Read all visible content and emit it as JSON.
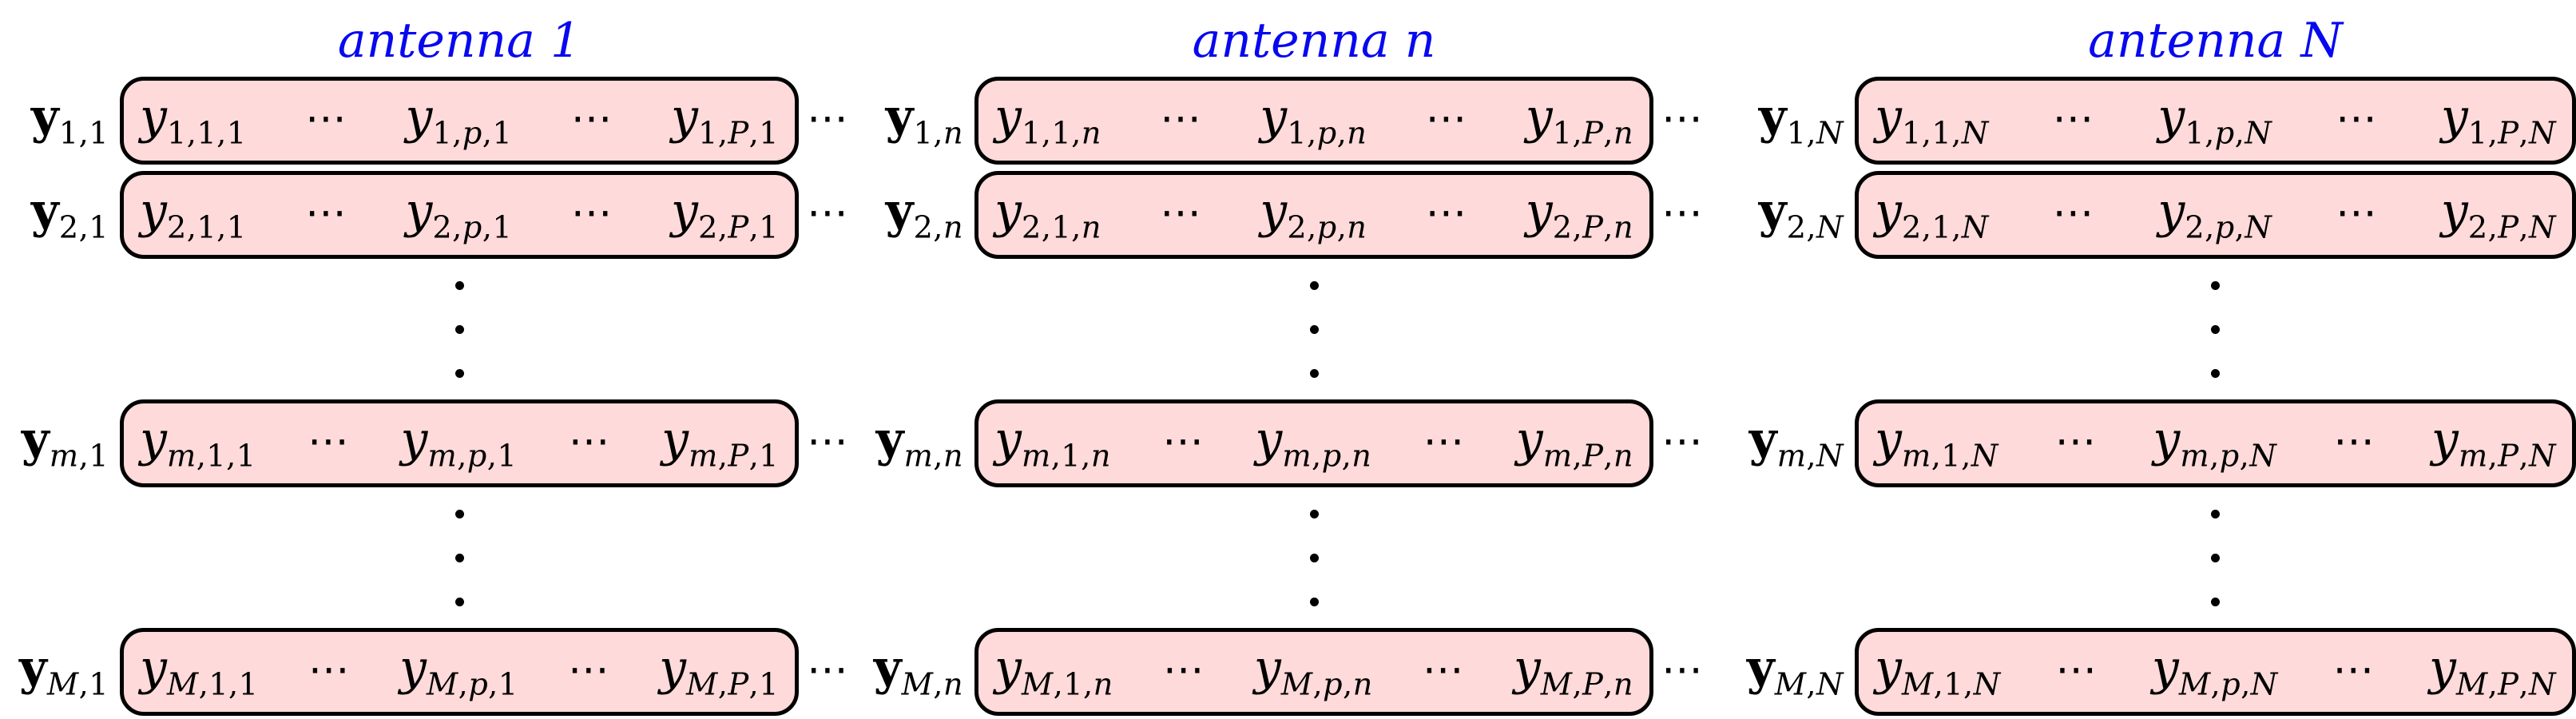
{
  "figure": {
    "antenna_labels": [
      "antenna 1",
      "antenna n",
      "antenna N"
    ],
    "colors": {
      "label_blue": "#0808f0",
      "box_fill": "#ffdada",
      "box_border": "#000000",
      "text": "#000000",
      "background": "#ffffff"
    },
    "icons": {
      "horizontal_ellipsis": "⋯",
      "vertical_ellipsis": "⋮"
    },
    "rows": [
      {
        "index": "1",
        "cols": [
          {
            "label": {
              "base": "y",
              "sub": "1,1"
            },
            "cells": [
              {
                "base": "y",
                "sub": "1,1,1"
              },
              {
                "base": "y",
                "sub": "1,p,1"
              },
              {
                "base": "y",
                "sub": "1,P,1"
              }
            ]
          },
          {
            "label": {
              "base": "y",
              "sub": "1,n"
            },
            "cells": [
              {
                "base": "y",
                "sub": "1,1,n"
              },
              {
                "base": "y",
                "sub": "1,p,n"
              },
              {
                "base": "y",
                "sub": "1,P,n"
              }
            ]
          },
          {
            "label": {
              "base": "y",
              "sub": "1,N"
            },
            "cells": [
              {
                "base": "y",
                "sub": "1,1,N"
              },
              {
                "base": "y",
                "sub": "1,p,N"
              },
              {
                "base": "y",
                "sub": "1,P,N"
              }
            ]
          }
        ]
      },
      {
        "index": "2",
        "cols": [
          {
            "label": {
              "base": "y",
              "sub": "2,1"
            },
            "cells": [
              {
                "base": "y",
                "sub": "2,1,1"
              },
              {
                "base": "y",
                "sub": "2,p,1"
              },
              {
                "base": "y",
                "sub": "2,P,1"
              }
            ]
          },
          {
            "label": {
              "base": "y",
              "sub": "2,n"
            },
            "cells": [
              {
                "base": "y",
                "sub": "2,1,n"
              },
              {
                "base": "y",
                "sub": "2,p,n"
              },
              {
                "base": "y",
                "sub": "2,P,n"
              }
            ]
          },
          {
            "label": {
              "base": "y",
              "sub": "2,N"
            },
            "cells": [
              {
                "base": "y",
                "sub": "2,1,N"
              },
              {
                "base": "y",
                "sub": "2,p,N"
              },
              {
                "base": "y",
                "sub": "2,P,N"
              }
            ]
          }
        ]
      },
      {
        "index": "m",
        "cols": [
          {
            "label": {
              "base": "y",
              "sub": "m,1"
            },
            "cells": [
              {
                "base": "y",
                "sub": "m,1,1"
              },
              {
                "base": "y",
                "sub": "m,p,1"
              },
              {
                "base": "y",
                "sub": "m,P,1"
              }
            ]
          },
          {
            "label": {
              "base": "y",
              "sub": "m,n"
            },
            "cells": [
              {
                "base": "y",
                "sub": "m,1,n"
              },
              {
                "base": "y",
                "sub": "m,p,n"
              },
              {
                "base": "y",
                "sub": "m,P,n"
              }
            ]
          },
          {
            "label": {
              "base": "y",
              "sub": "m,N"
            },
            "cells": [
              {
                "base": "y",
                "sub": "m,1,N"
              },
              {
                "base": "y",
                "sub": "m,p,N"
              },
              {
                "base": "y",
                "sub": "m,P,N"
              }
            ]
          }
        ]
      },
      {
        "index": "M",
        "cols": [
          {
            "label": {
              "base": "y",
              "sub": "M,1"
            },
            "cells": [
              {
                "base": "y",
                "sub": "M,1,1"
              },
              {
                "base": "y",
                "sub": "M,p,1"
              },
              {
                "base": "y",
                "sub": "M,P,1"
              }
            ]
          },
          {
            "label": {
              "base": "y",
              "sub": "M,n"
            },
            "cells": [
              {
                "base": "y",
                "sub": "M,1,n"
              },
              {
                "base": "y",
                "sub": "M,p,n"
              },
              {
                "base": "y",
                "sub": "M,P,n"
              }
            ]
          },
          {
            "label": {
              "base": "y",
              "sub": "M,N"
            },
            "cells": [
              {
                "base": "y",
                "sub": "M,1,N"
              },
              {
                "base": "y",
                "sub": "M,p,N"
              },
              {
                "base": "y",
                "sub": "M,P,N"
              }
            ]
          }
        ]
      }
    ]
  }
}
